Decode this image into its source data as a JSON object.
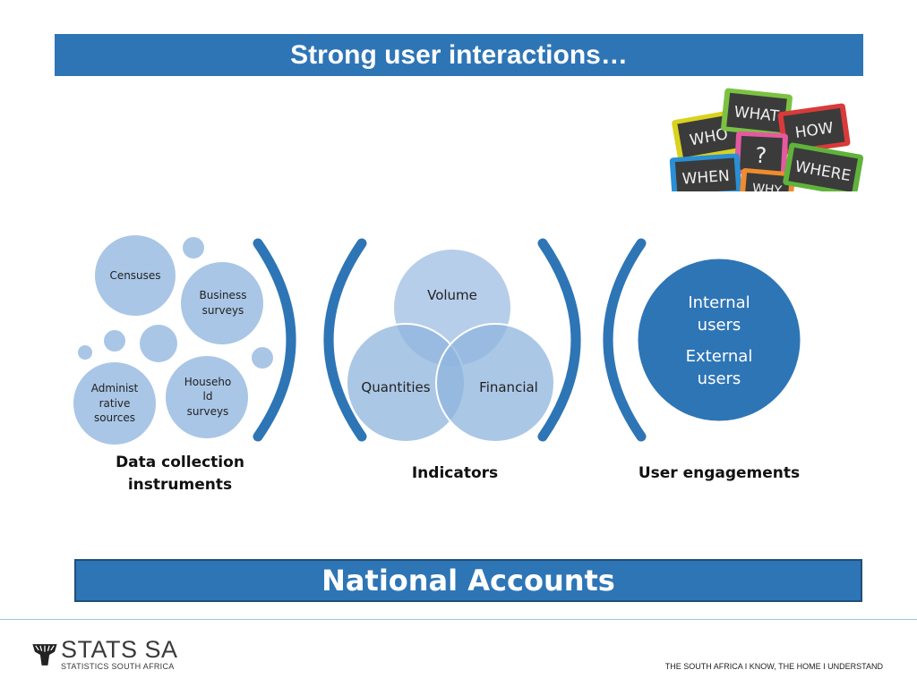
{
  "title": "Strong user interactions…",
  "photo": {
    "words": [
      "WHAT",
      "WHO",
      "HOW",
      "?",
      "WHEN",
      "WHERE",
      "WHY"
    ]
  },
  "data_collection": {
    "bubbles": [
      "Censuses",
      "Business surveys",
      "Househo ld surveys",
      "Administ rative sources"
    ],
    "lines": {
      "censuses": [
        "Censuses"
      ],
      "business": [
        "Business",
        "surveys"
      ],
      "household": [
        "Househo",
        "ld",
        "surveys"
      ],
      "admin": [
        "Administ",
        "rative",
        "sources"
      ]
    },
    "caption_line1": "Data collection",
    "caption_line2": "instruments"
  },
  "indicators": {
    "circles": [
      "Volume",
      "Quantities",
      "Financial"
    ],
    "caption": "Indicators"
  },
  "users": {
    "internal_line1": "Internal",
    "internal_line2": "users",
    "external_line1": "External",
    "external_line2": "users",
    "caption": "User engagements"
  },
  "bottom_banner": "National Accounts",
  "footer": {
    "logo_name": "STATS SA",
    "logo_sub": "STATISTICS SOUTH AFRICA",
    "tagline": "THE SOUTH AFRICA I KNOW, THE HOME I UNDERSTAND"
  },
  "colors": {
    "title_bar": "#2e75b6",
    "bubble_light": "#a9c6e6",
    "arc_blue": "#2e75b6",
    "user_circle": "#2e75b6",
    "bottom_bar": "#2e75b6"
  }
}
